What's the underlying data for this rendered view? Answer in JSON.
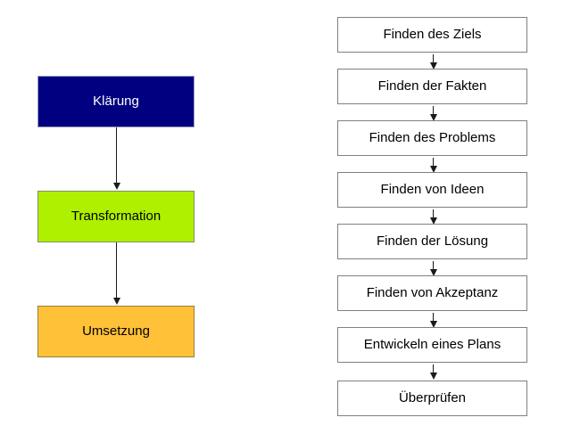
{
  "diagram": {
    "type": "flowchart",
    "title": "",
    "colors": {
      "navy": "#000080",
      "green": "#AEF000",
      "orange": "#FFC137",
      "white": "#FFFFFF",
      "box_border_gray": "#808080",
      "arrow": "#1A1A1A",
      "text_dark": "#000000",
      "text_light": "#FFFFFF"
    },
    "left_column": {
      "name": "phases",
      "flow": "top-to-bottom",
      "nodes": [
        {
          "id": "klaerung",
          "label": "Klärung",
          "fill": "#000080",
          "text_color": "#FFFFFF"
        },
        {
          "id": "transformation",
          "label": "Transformation",
          "fill": "#AEF000",
          "text_color": "#000000"
        },
        {
          "id": "umsetzung",
          "label": "Umsetzung",
          "fill": "#FFC137",
          "text_color": "#000000"
        }
      ],
      "connectors": [
        {
          "from": "klaerung",
          "to": "transformation",
          "style": "arrow-down"
        },
        {
          "from": "transformation",
          "to": "umsetzung",
          "style": "arrow-down"
        }
      ]
    },
    "right_column": {
      "name": "steps",
      "flow": "top-to-bottom",
      "nodes": [
        {
          "id": "step-1",
          "label": "Finden des Ziels"
        },
        {
          "id": "step-2",
          "label": "Finden der Fakten"
        },
        {
          "id": "step-3",
          "label": "Finden des Problems"
        },
        {
          "id": "step-4",
          "label": "Finden von Ideen"
        },
        {
          "id": "step-5",
          "label": "Finden der Lösung"
        },
        {
          "id": "step-6",
          "label": "Finden von Akzeptanz"
        },
        {
          "id": "step-7",
          "label": "Entwickeln eines Plans"
        },
        {
          "id": "step-8",
          "label": "Überprüfen"
        }
      ],
      "connectors": [
        {
          "from": "step-1",
          "to": "step-2",
          "style": "arrow-down"
        },
        {
          "from": "step-2",
          "to": "step-3",
          "style": "arrow-down"
        },
        {
          "from": "step-3",
          "to": "step-4",
          "style": "arrow-down"
        },
        {
          "from": "step-4",
          "to": "step-5",
          "style": "arrow-down"
        },
        {
          "from": "step-5",
          "to": "step-6",
          "style": "arrow-down"
        },
        {
          "from": "step-6",
          "to": "step-7",
          "style": "arrow-down"
        },
        {
          "from": "step-7",
          "to": "step-8",
          "style": "arrow-down"
        }
      ]
    }
  }
}
